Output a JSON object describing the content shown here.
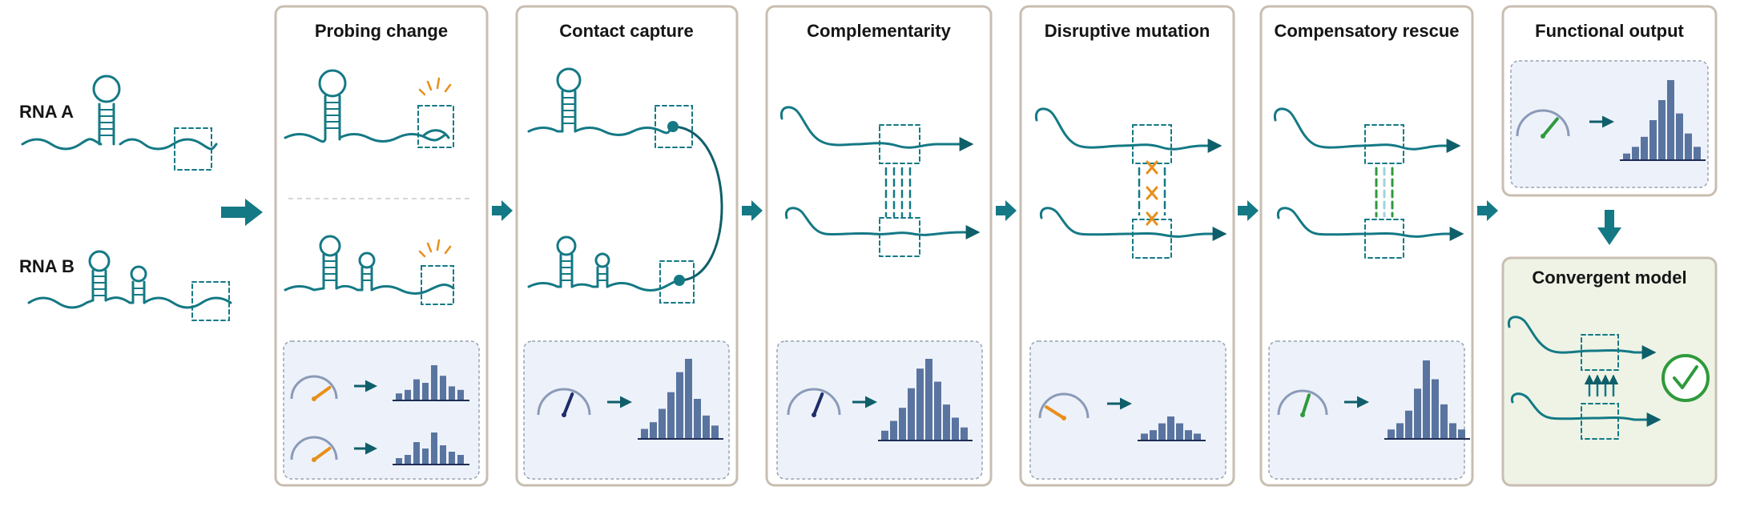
{
  "left_labels": {
    "rna_a": "RNA A",
    "rna_b": "RNA B"
  },
  "panels": [
    {
      "title": "Probing change"
    },
    {
      "title": "Contact capture"
    },
    {
      "title": "Complementarity"
    },
    {
      "title": "Disruptive mutation"
    },
    {
      "title": "Compensatory rescue"
    },
    {
      "title": "Functional output"
    },
    {
      "title": "Convergent model"
    }
  ],
  "gauge_levels": {
    "probing_a": 0.8,
    "probing_b": 0.8,
    "contact": 0.62,
    "complementarity": 0.62,
    "disruptive": 0.18,
    "compensatory": 0.6,
    "functional": 0.72
  },
  "histograms": {
    "probing_a": [
      2,
      3,
      6,
      5,
      10,
      7,
      4,
      3
    ],
    "probing_b": [
      2,
      3,
      7,
      5,
      10,
      6,
      4,
      3
    ],
    "contact": [
      3,
      5,
      9,
      14,
      20,
      24,
      12,
      7,
      4
    ],
    "complementarity": [
      3,
      6,
      10,
      16,
      22,
      25,
      18,
      11,
      7,
      4
    ],
    "disruptive": [
      2,
      3,
      5,
      7,
      5,
      3,
      2
    ],
    "compensatory": [
      3,
      5,
      9,
      16,
      25,
      19,
      11,
      5,
      3
    ],
    "functional": [
      2,
      4,
      7,
      12,
      18,
      24,
      14,
      8,
      4
    ]
  },
  "colors": {
    "teal": "#147985",
    "dark_teal": "#0f5f6a",
    "orange": "#e88f1b",
    "green": "#2f9a3c",
    "navy": "#1f2d6b",
    "panel_border": "#c8beb1",
    "inset_fill": "#edf2fa",
    "model_fill": "#eef3e6",
    "bar": "#5a74a0"
  }
}
